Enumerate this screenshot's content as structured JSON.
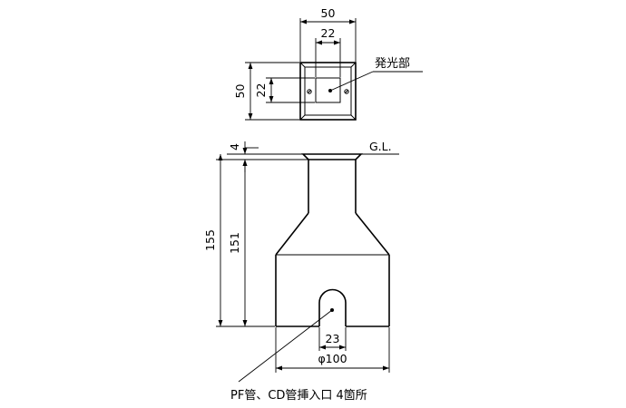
{
  "top_view": {
    "dim_outer_width": "50",
    "dim_inner_width": "22",
    "dim_outer_height": "50",
    "dim_inner_height": "22",
    "label_light_part": "発光部"
  },
  "front_view": {
    "dim_flange": "4",
    "label_ground_level": "G.L.",
    "dim_total_height": "155",
    "dim_body_height": "151",
    "dim_slot_width": "23",
    "dim_diameter": "φ100",
    "label_conduit_entry": "PF管、CD管挿入口 4箇所"
  }
}
